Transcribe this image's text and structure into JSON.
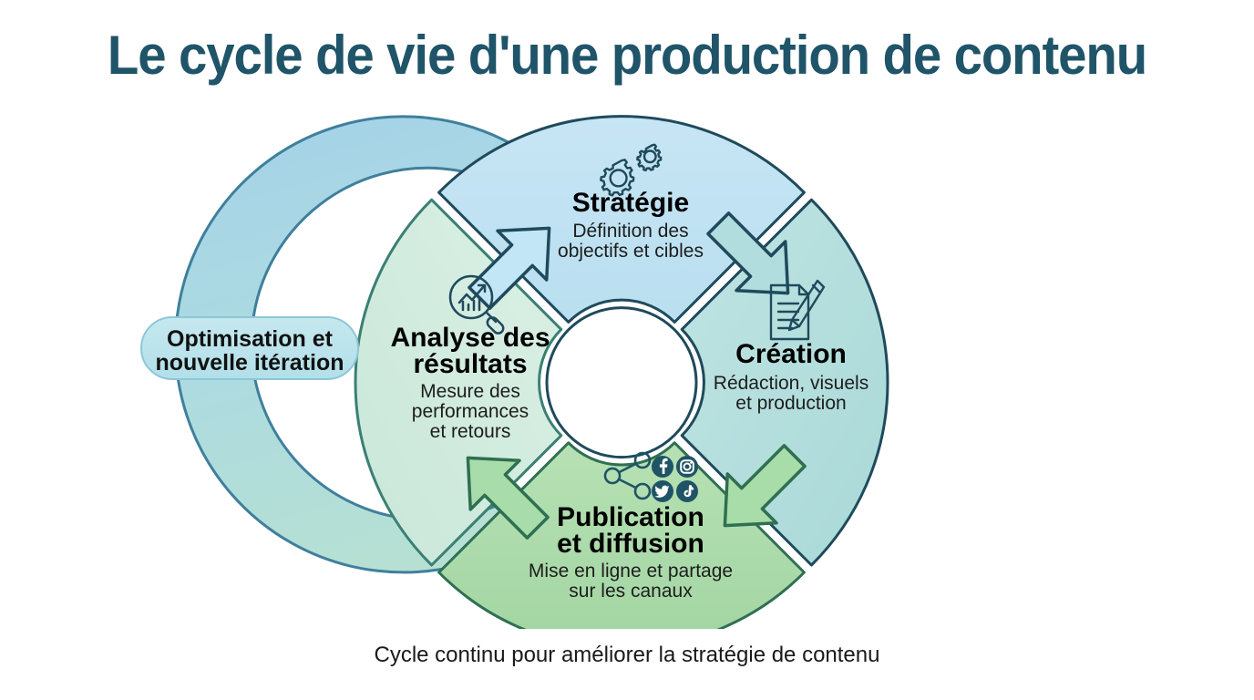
{
  "page": {
    "title": "Le cycle de vie d'une production de contenu",
    "caption": "Cycle continu pour améliorer la stratégie de contenu",
    "title_color": "#1f5469",
    "background": "#ffffff"
  },
  "outer_loop": {
    "label_line1": "Optimisation et",
    "label_line2": "nouvelle itération",
    "pill_fill": "#bfe4ec",
    "pill_stroke": "#8cc7d8",
    "arrow_fill_top": "#a9d3e8",
    "arrow_fill_bottom": "#b3ded4",
    "arrow_stroke": "#3f7f9c",
    "icon": "curved-loop-arrow-icon"
  },
  "center": {
    "hub_fill": "#ffffff",
    "hub_stroke": "#1f4a5c"
  },
  "segments": [
    {
      "id": "strategie",
      "position": "top",
      "title": "Stratégie",
      "subtitle_line1": "Définition des",
      "subtitle_line2": "objectifs et cibles",
      "fill": "#c3e2f2",
      "stroke": "#1f4a5c",
      "icon": "gears-icon",
      "icon_color": "#1f4a5c"
    },
    {
      "id": "creation",
      "position": "right",
      "title": "Création",
      "subtitle_line1": "Rédaction, visuels",
      "subtitle_line2": "et production",
      "fill": "#b6e0de",
      "stroke": "#1f4a5c",
      "icon": "document-pencil-icon",
      "icon_color": "#1f4a5c"
    },
    {
      "id": "publication",
      "position": "bottom",
      "title_line1": "Publication",
      "title_line2": "et diffusion",
      "subtitle_line1": "Mise en ligne et partage",
      "subtitle_line2": "sur les canaux",
      "fill": "#aedcab",
      "stroke": "#2f6f52",
      "icon": "share-social-icon",
      "icon_color": "#1f5466",
      "social_icons": [
        "facebook-icon",
        "instagram-icon",
        "twitter-icon",
        "tiktok-icon"
      ]
    },
    {
      "id": "analyse",
      "position": "left",
      "title_line1": "Analyse des",
      "title_line2": "résultats",
      "subtitle_line1": "Mesure des",
      "subtitle_line2": "performances",
      "subtitle_line3": "et retours",
      "fill": "#d4ecdf",
      "stroke": "#3b7f73",
      "icon": "magnifier-chart-icon",
      "icon_color": "#1f4a5c"
    }
  ],
  "connector_arrows": [
    {
      "id": "analyse-to-strategie",
      "direction": "up-right",
      "fill": "#c3e6f6",
      "stroke": "#1f4a5c"
    },
    {
      "id": "strategie-to-creation",
      "direction": "down-right",
      "fill": "#b2ddde",
      "stroke": "#1f4a5c"
    },
    {
      "id": "creation-to-publication",
      "direction": "down-left",
      "fill": "#a8dca8",
      "stroke": "#2f6f52"
    },
    {
      "id": "publication-to-analyse",
      "direction": "up-left",
      "fill": "#a8dcaa",
      "stroke": "#2f6f52"
    }
  ]
}
